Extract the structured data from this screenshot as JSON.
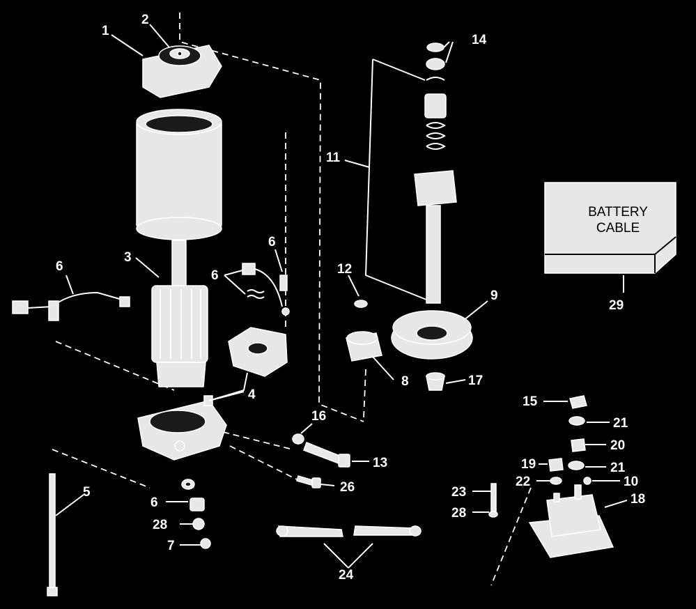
{
  "labels": {
    "l1": "1",
    "l2": "2",
    "l3": "3",
    "l4": "4",
    "l5": "5",
    "l6a": "6",
    "l6b": "6",
    "l6c": "6",
    "l6d": "6",
    "l7": "7",
    "l8": "8",
    "l9": "9",
    "l10": "10",
    "l11": "11",
    "l12": "12",
    "l13": "13",
    "l14": "14",
    "l15": "15",
    "l16": "16",
    "l17": "17",
    "l18": "18",
    "l19": "19",
    "l20": "20",
    "l21a": "21",
    "l21b": "21",
    "l22": "22",
    "l23": "23",
    "l24": "24",
    "l26": "26",
    "l28a": "28",
    "l28b": "28",
    "l29": "29"
  },
  "battery_box": {
    "line1": "BATTERY",
    "line2": "CABLE"
  },
  "colors": {
    "background": "#000000",
    "ink": "#ffffff",
    "part_fill": "#e8e8e8"
  }
}
